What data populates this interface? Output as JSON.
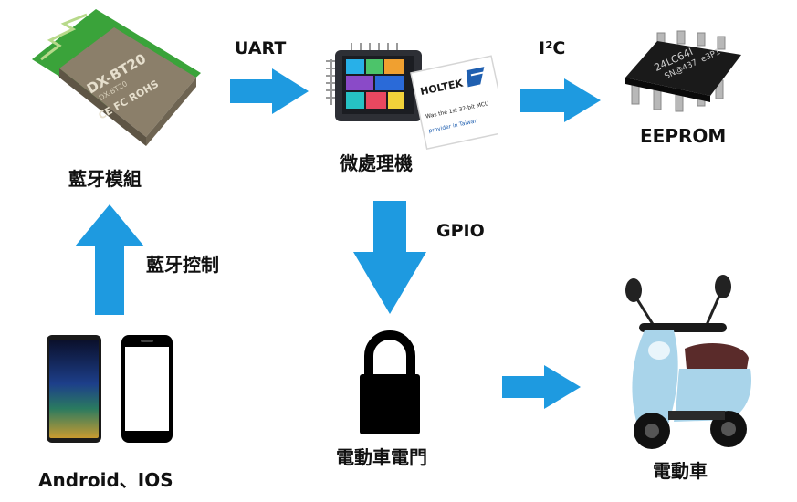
{
  "labels": {
    "bt_module": "藍牙模組",
    "mcu": "微處理機",
    "eeprom": "EEPROM",
    "bt_control": "藍牙控制",
    "gpio": "GPIO",
    "door": "電動車電門",
    "scooter": "電動車",
    "phones": "Android、IOS",
    "uart": "UART",
    "i2c": "I²C"
  },
  "chips": {
    "bt_chip_name": "DX-BT20",
    "bt_chip_sub": "DX-BT20",
    "bt_chip_marks": "CE FC ROHS",
    "eeprom_line1": "24LC64I",
    "eeprom_line2": "SN@437",
    "eeprom_line3": "e3P1",
    "holtek_brand": "HOLTEK",
    "holtek_line1": "Was the 1st 32-bit MCU",
    "holtek_line2": "provider in Taiwan"
  },
  "colors": {
    "arrow": "#1e9ae0",
    "pcb_green": "#3aa33a",
    "shield": "#8b7f6a",
    "black": "#000000"
  }
}
